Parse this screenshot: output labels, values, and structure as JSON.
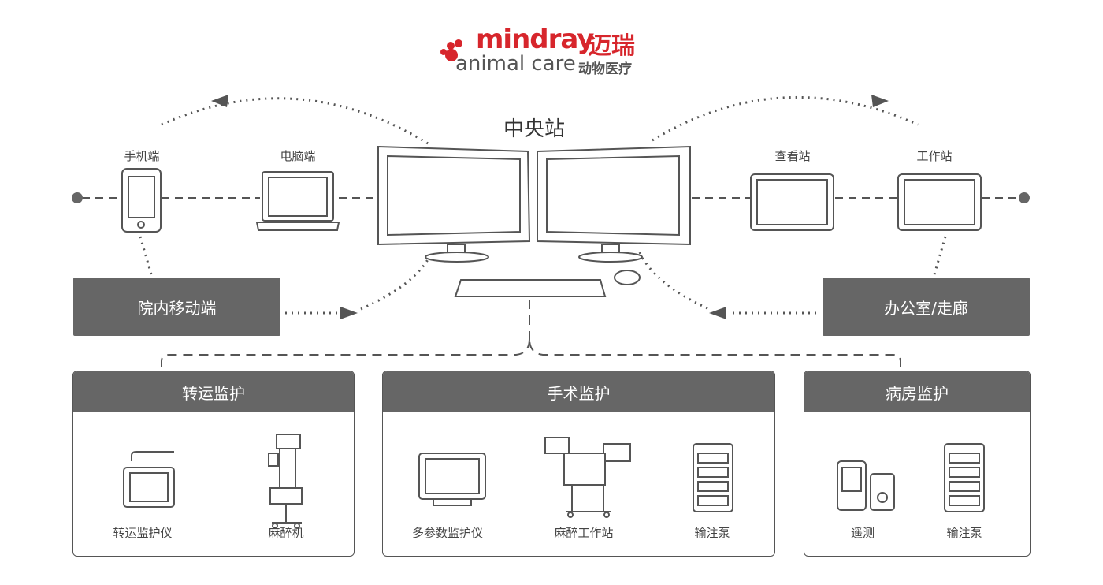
{
  "logo": {
    "brand": "mindray",
    "brand_cn": "迈瑞",
    "sub": "animal care",
    "sub_cn": "动物医疗",
    "brand_color": "#d7262c"
  },
  "central": {
    "title": "中央站"
  },
  "endpoints": {
    "phone": "手机端",
    "pc": "电脑端",
    "view": "查看站",
    "work": "工作站"
  },
  "boxes": {
    "mobile": "院内移动端",
    "office": "办公室/走廊"
  },
  "panels": {
    "transport": {
      "title": "转运监护",
      "devices": [
        "转运监护仪",
        "麻醉机"
      ]
    },
    "surgery": {
      "title": "手术监护",
      "devices": [
        "多参数监护仪",
        "麻醉工作站",
        "输注泵"
      ]
    },
    "ward": {
      "title": "病房监护",
      "devices": [
        "遥测",
        "输注泵"
      ]
    }
  },
  "colors": {
    "dark_box": "#666666",
    "line": "#555555"
  }
}
